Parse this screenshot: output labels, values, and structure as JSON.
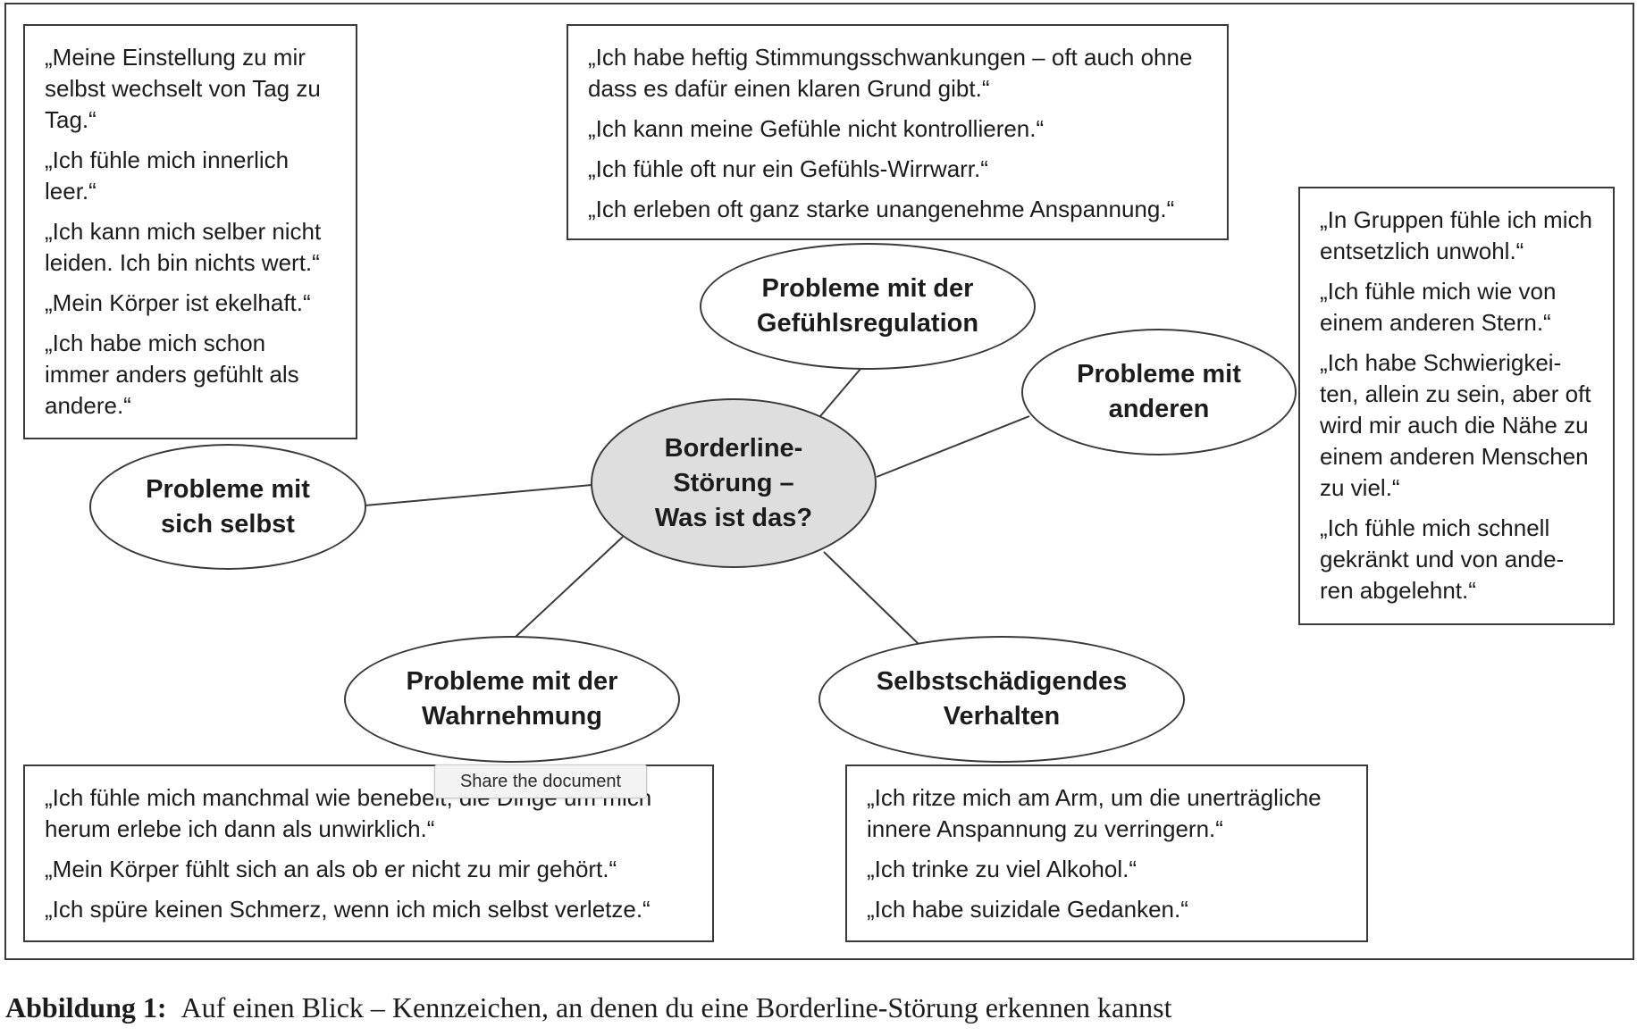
{
  "diagram": {
    "center": "Borderline-\nStörung –\nWas ist das?",
    "categories": {
      "regulation": "Probleme mit der\nGefühlsregulation",
      "others": "Probleme mit\nanderen",
      "self": "Probleme mit\nsich selbst",
      "perception": "Probleme mit der\nWahrnehmung",
      "selfharm": "Selbstschädigendes\nVerhalten"
    },
    "quotes": {
      "self": [
        "„Meine Einstellung zu mir selbst wechselt von Tag zu Tag.“",
        "„Ich fühle mich innerlich leer.“",
        "„Ich kann mich selber nicht leiden. Ich bin nichts wert.“",
        "„Mein Körper ist ekelhaft.“",
        "„Ich habe mich schon immer anders gefühlt als andere.“"
      ],
      "regulation": [
        "„Ich habe heftig Stimmungsschwankungen – oft auch ohne dass es dafür einen klaren Grund gibt.“",
        "„Ich kann meine Gefühle nicht kontrollieren.“",
        "„Ich fühle oft nur ein Gefühls-Wirrwarr.“",
        "„Ich erleben oft ganz starke unangenehme Anspannung.“"
      ],
      "others": [
        "„In Gruppen fühle ich mich entsetzlich unwohl.“",
        "„Ich fühle mich wie von einem anderen Stern.“",
        "„Ich habe Schwierigkei-ten, allein zu sein, aber oft wird mir auch die Nähe zu einem anderen Menschen zu viel.“",
        "„Ich fühle mich schnell gekränkt und von ande-ren abgelehnt.“"
      ],
      "perception": [
        "„Ich fühle mich manchmal wie benebelt, die Dinge um mich herum erlebe ich dann als unwirklich.“",
        "„Mein Körper fühlt sich an als ob er nicht zu mir gehört.“",
        "„Ich spüre keinen Schmerz, wenn ich mich selbst verletze.“"
      ],
      "selfharm": [
        "„Ich ritze mich am Arm, um die unerträgliche innere Anspannung zu verringern.“",
        "„Ich trinke zu viel Alkohol.“",
        "„Ich habe suizidale Gedanken.“"
      ]
    }
  },
  "tooltip": "Share the document",
  "caption": {
    "label": "Abbildung 1:",
    "text": "Auf einen Blick – Kennzeichen, an denen du eine Borderline-Störung erkennen kannst"
  }
}
